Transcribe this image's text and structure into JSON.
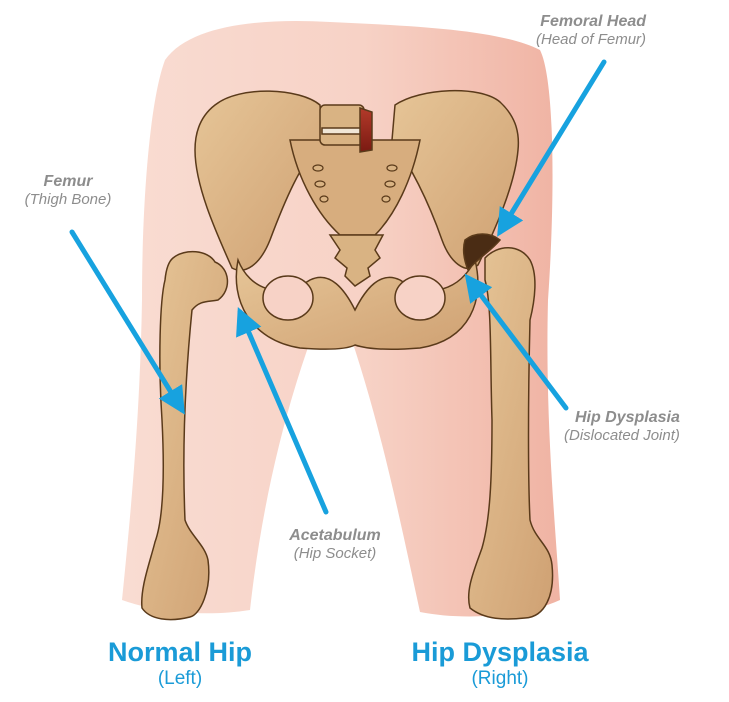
{
  "labels": {
    "femoral_head": {
      "title": "Femoral Head",
      "subtitle": "(Head of Femur)"
    },
    "femur": {
      "title": "Femur",
      "subtitle": "(Thigh Bone)"
    },
    "hip_dysplasia": {
      "title": "Hip Dysplasia",
      "subtitle": "(Dislocated Joint)"
    },
    "acetabulum": {
      "title": "Acetabulum",
      "subtitle": "(Hip Socket)"
    }
  },
  "captions": {
    "left": {
      "title": "Normal Hip",
      "subtitle": "(Left)"
    },
    "right": {
      "title": "Hip Dysplasia",
      "subtitle": "(Right)"
    }
  },
  "colors": {
    "skin": "#f6ccc0",
    "bone": "#d9b383",
    "bone_outline": "#5a3a1a",
    "arrow": "#17a2df",
    "label": "#8d8d8d",
    "caption_title": "#1a9bd7",
    "caption_sub": "#1a9bd7"
  }
}
